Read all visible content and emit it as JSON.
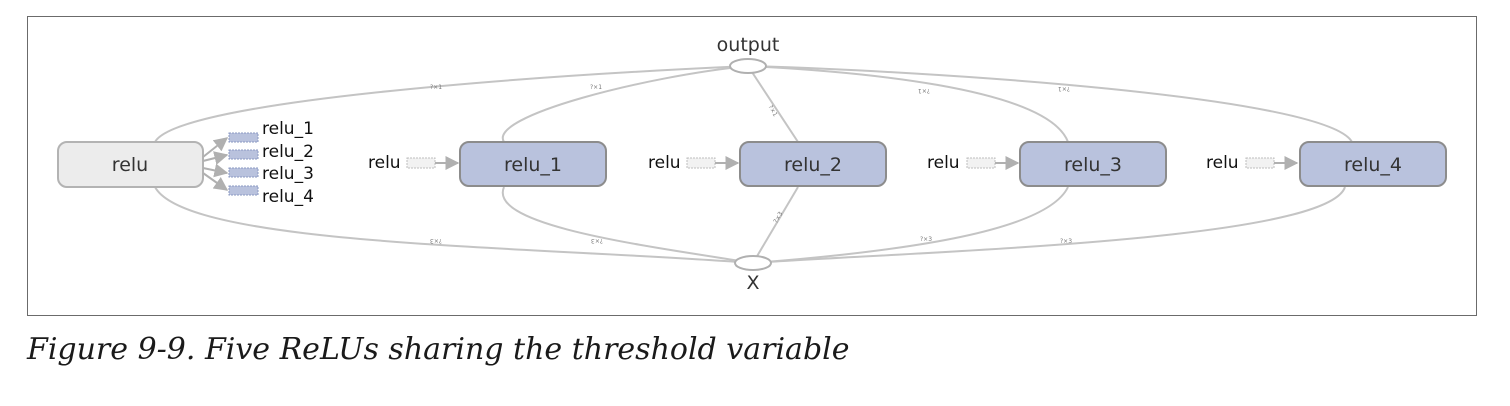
{
  "diagram": {
    "output_label": "output",
    "input_label": "X",
    "relu_main": "relu",
    "relu_nodes": [
      "relu_1",
      "relu_2",
      "relu_3",
      "relu_4"
    ],
    "aux_label": "relu",
    "stub_labels": [
      "relu_1",
      "relu_2",
      "relu_3",
      "relu_4"
    ],
    "edge_labels": {
      "to_output": "?×1",
      "from_x": "?×3"
    }
  },
  "caption": "Figure 9-9. Five ReLUs sharing the threshold variable",
  "colors": {
    "main_node_fill": "#ececec",
    "main_node_stroke": "#b3b3b3",
    "relu_node_fill": "#b9c2dd",
    "relu_node_stroke": "#8c8c8c",
    "edge": "#c4c4c4"
  }
}
